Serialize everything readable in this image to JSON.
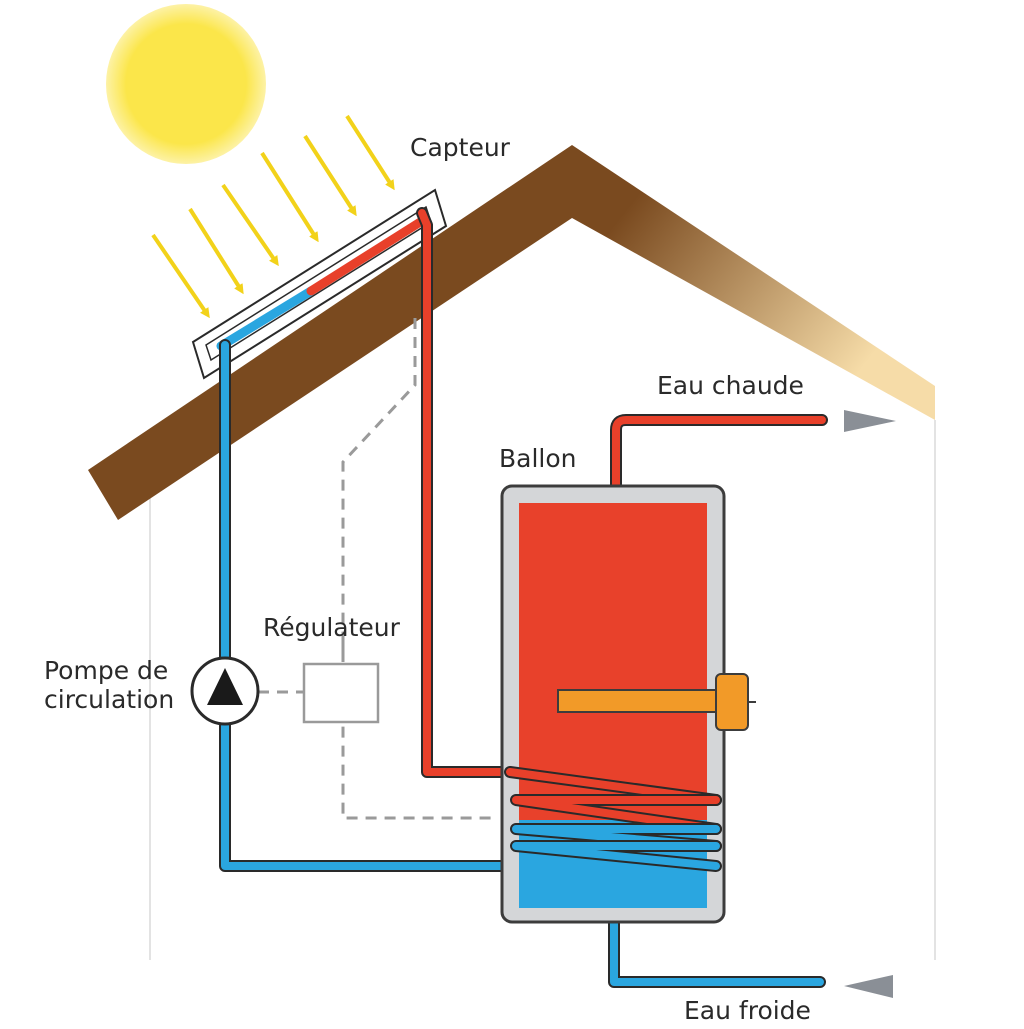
{
  "labels": {
    "collector": "Capteur",
    "hot_water": "Eau chaude",
    "tank": "Ballon",
    "regulator": "Régulateur",
    "pump_line1": "Pompe de",
    "pump_line2": "circulation",
    "cold_water": "Eau froide"
  },
  "colors": {
    "sun": "#fbe64a",
    "sun_glow": "#fdf2a6",
    "sun_rays": "#f2d21a",
    "roof": "#7a4a1f",
    "hot_pipe": "#e8402a",
    "cold_pipe": "#2aa6e0",
    "tank_shell": "#d4d6d8",
    "tank_outline": "#3c3c3c",
    "tank_hot": "#e8412b",
    "tank_cold": "#2aa6e0",
    "heater": "#f29a28",
    "control_line": "#9a9a9a",
    "outline": "#2a2a2a",
    "arrow": "#8a8f96"
  },
  "icons": [
    "sun-icon",
    "pump-icon",
    "hot-water-arrow-icon",
    "cold-water-arrow-icon",
    "heating-element-icon"
  ]
}
